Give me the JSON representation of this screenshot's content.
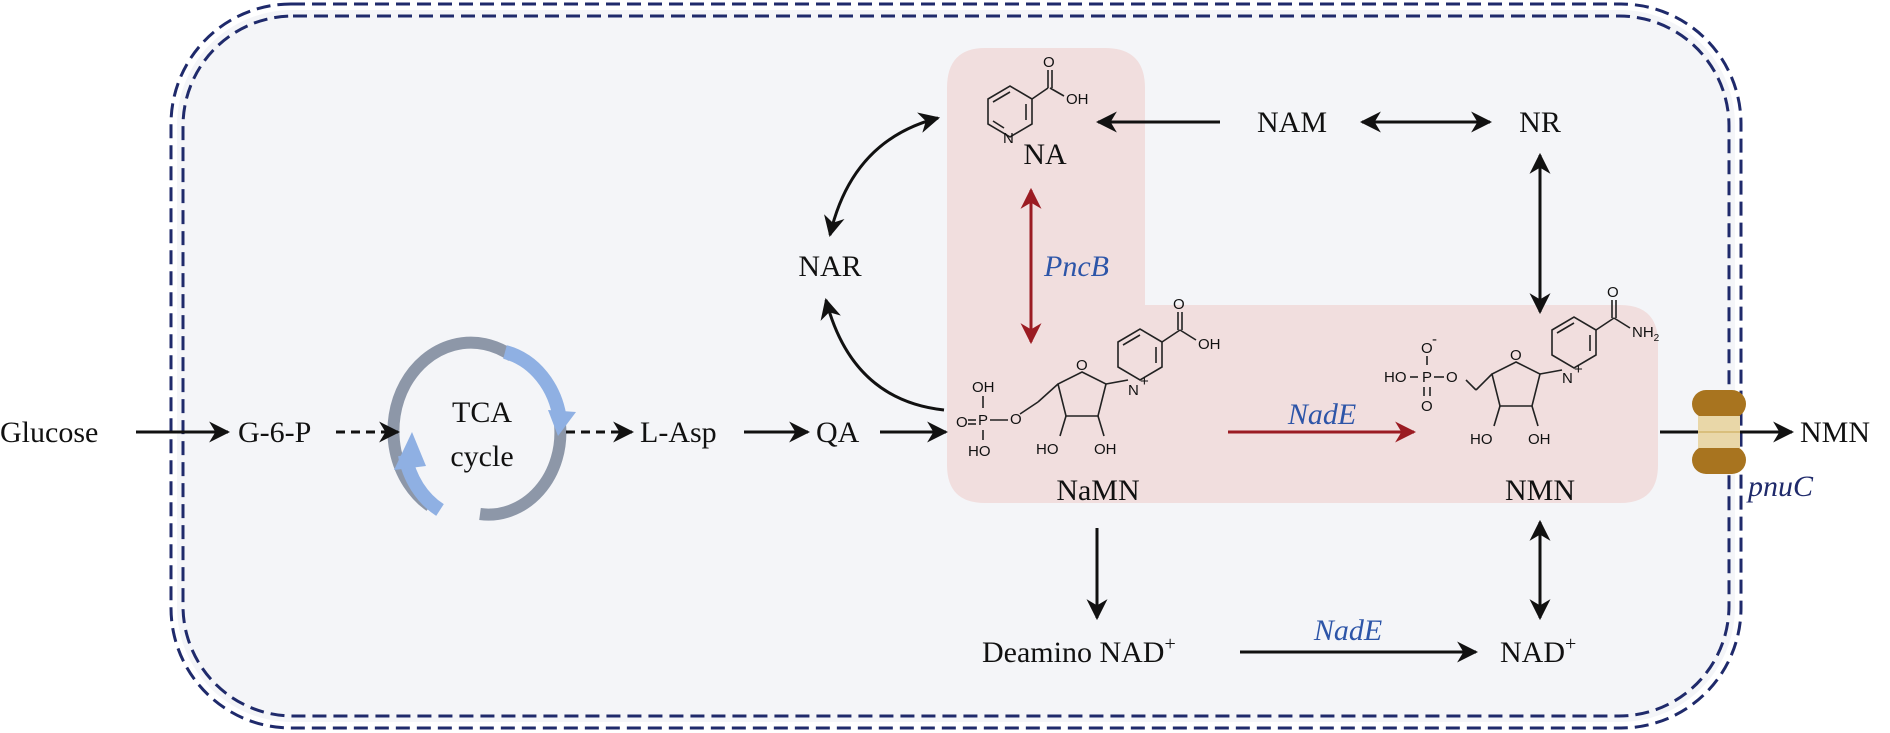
{
  "nodes": {
    "glucose": "Glucose",
    "g6p": "G-6-P",
    "tca_line1": "TCA",
    "tca_line2": "cycle",
    "lasp": "L-Asp",
    "qa": "QA",
    "nar": "NAR",
    "na": "NA",
    "nam": "NAM",
    "nr": "NR",
    "namn": "NaMN",
    "nmn_inner": "NMN",
    "nmn_outer": "NMN",
    "deamino_nad": "Deamino NAD",
    "deamino_nad_sup": "+",
    "nad": "NAD",
    "nad_sup": "+"
  },
  "enzymes": {
    "pncb": "PncB",
    "nade_top": "NadE",
    "nade_bottom": "NadE",
    "pnuc": "pnuC"
  },
  "structure_labels": {
    "oh": "OH",
    "o": "O",
    "n": "N",
    "nplus": "N",
    "plus": "+",
    "p": "P",
    "ho": "HO",
    "nh2": "NH",
    "nh2_sub": "2",
    "ominus": "O",
    "minus": "-"
  },
  "colors": {
    "membrane": "#1f2a6b",
    "cell_fill": "#f4f5f8",
    "highlight": "#f1dede",
    "enzyme_text": "#2d55a8",
    "red_arrow": "#9b1b22",
    "tca_blue": "#8fb0e3",
    "tca_gray": "#8d97a8",
    "transporter": "#a8741f",
    "transporter_light": "#e9d7a8"
  }
}
